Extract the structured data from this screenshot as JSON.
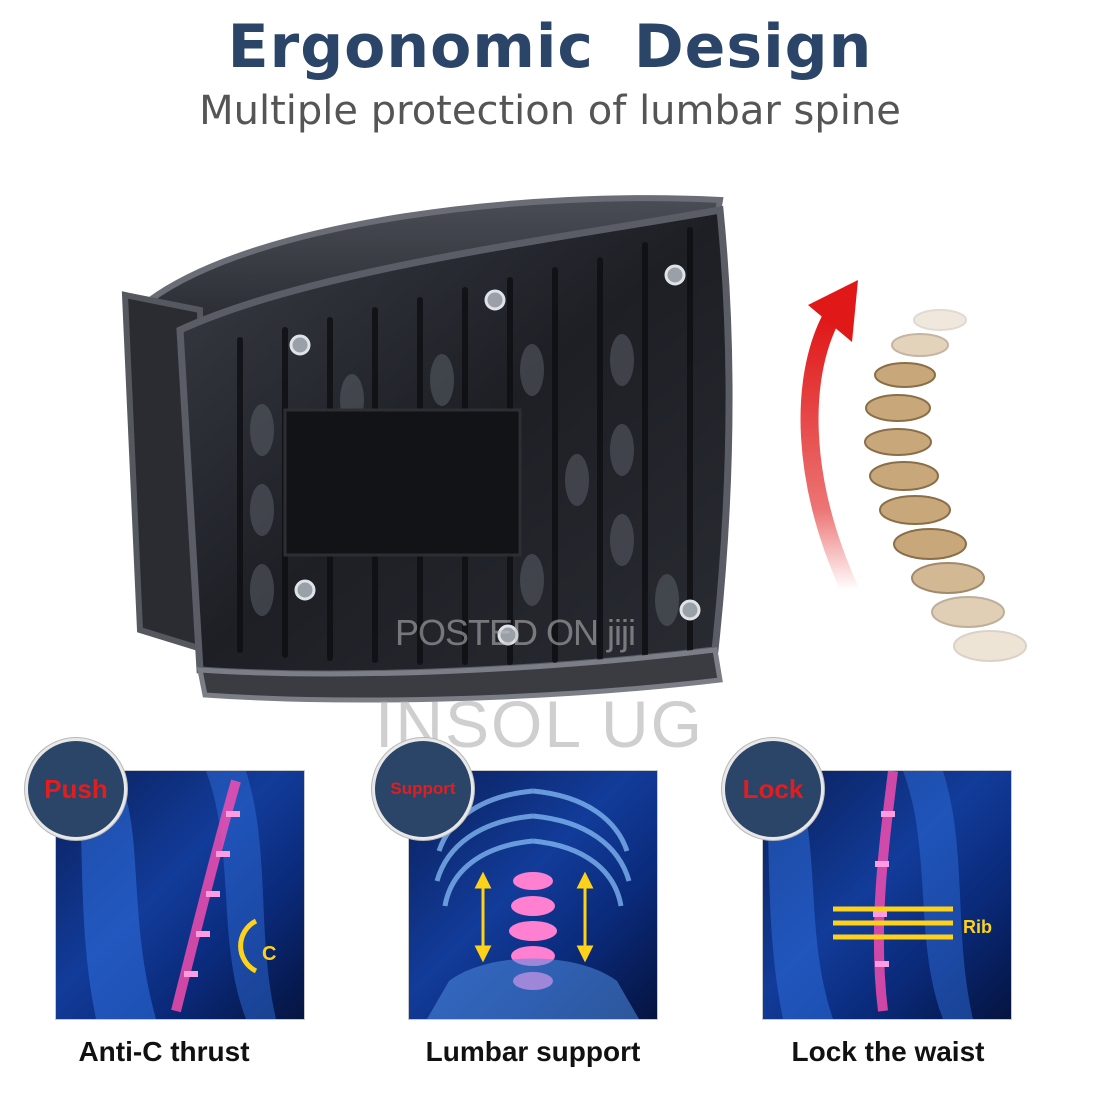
{
  "header": {
    "title": "Ergonomic  Design",
    "subtitle": "Multiple protection of lumbar spine"
  },
  "watermark": {
    "line1": "POSTED ON jiji",
    "line2": "INSOL UG"
  },
  "features": [
    {
      "badge": "Push",
      "caption": "Anti-C thrust",
      "overlay": "C"
    },
    {
      "badge": "Support",
      "caption": "Lumbar support"
    },
    {
      "badge": "Lock",
      "caption": "Lock the waist",
      "overlay": "Rib"
    }
  ],
  "colors": {
    "title": "#2b4569",
    "subtitle": "#555555",
    "badge_bg": "#2b4569",
    "badge_text": "#e21d1d",
    "arrow": "#e01818",
    "panel_bg": "#0d2f8a"
  }
}
